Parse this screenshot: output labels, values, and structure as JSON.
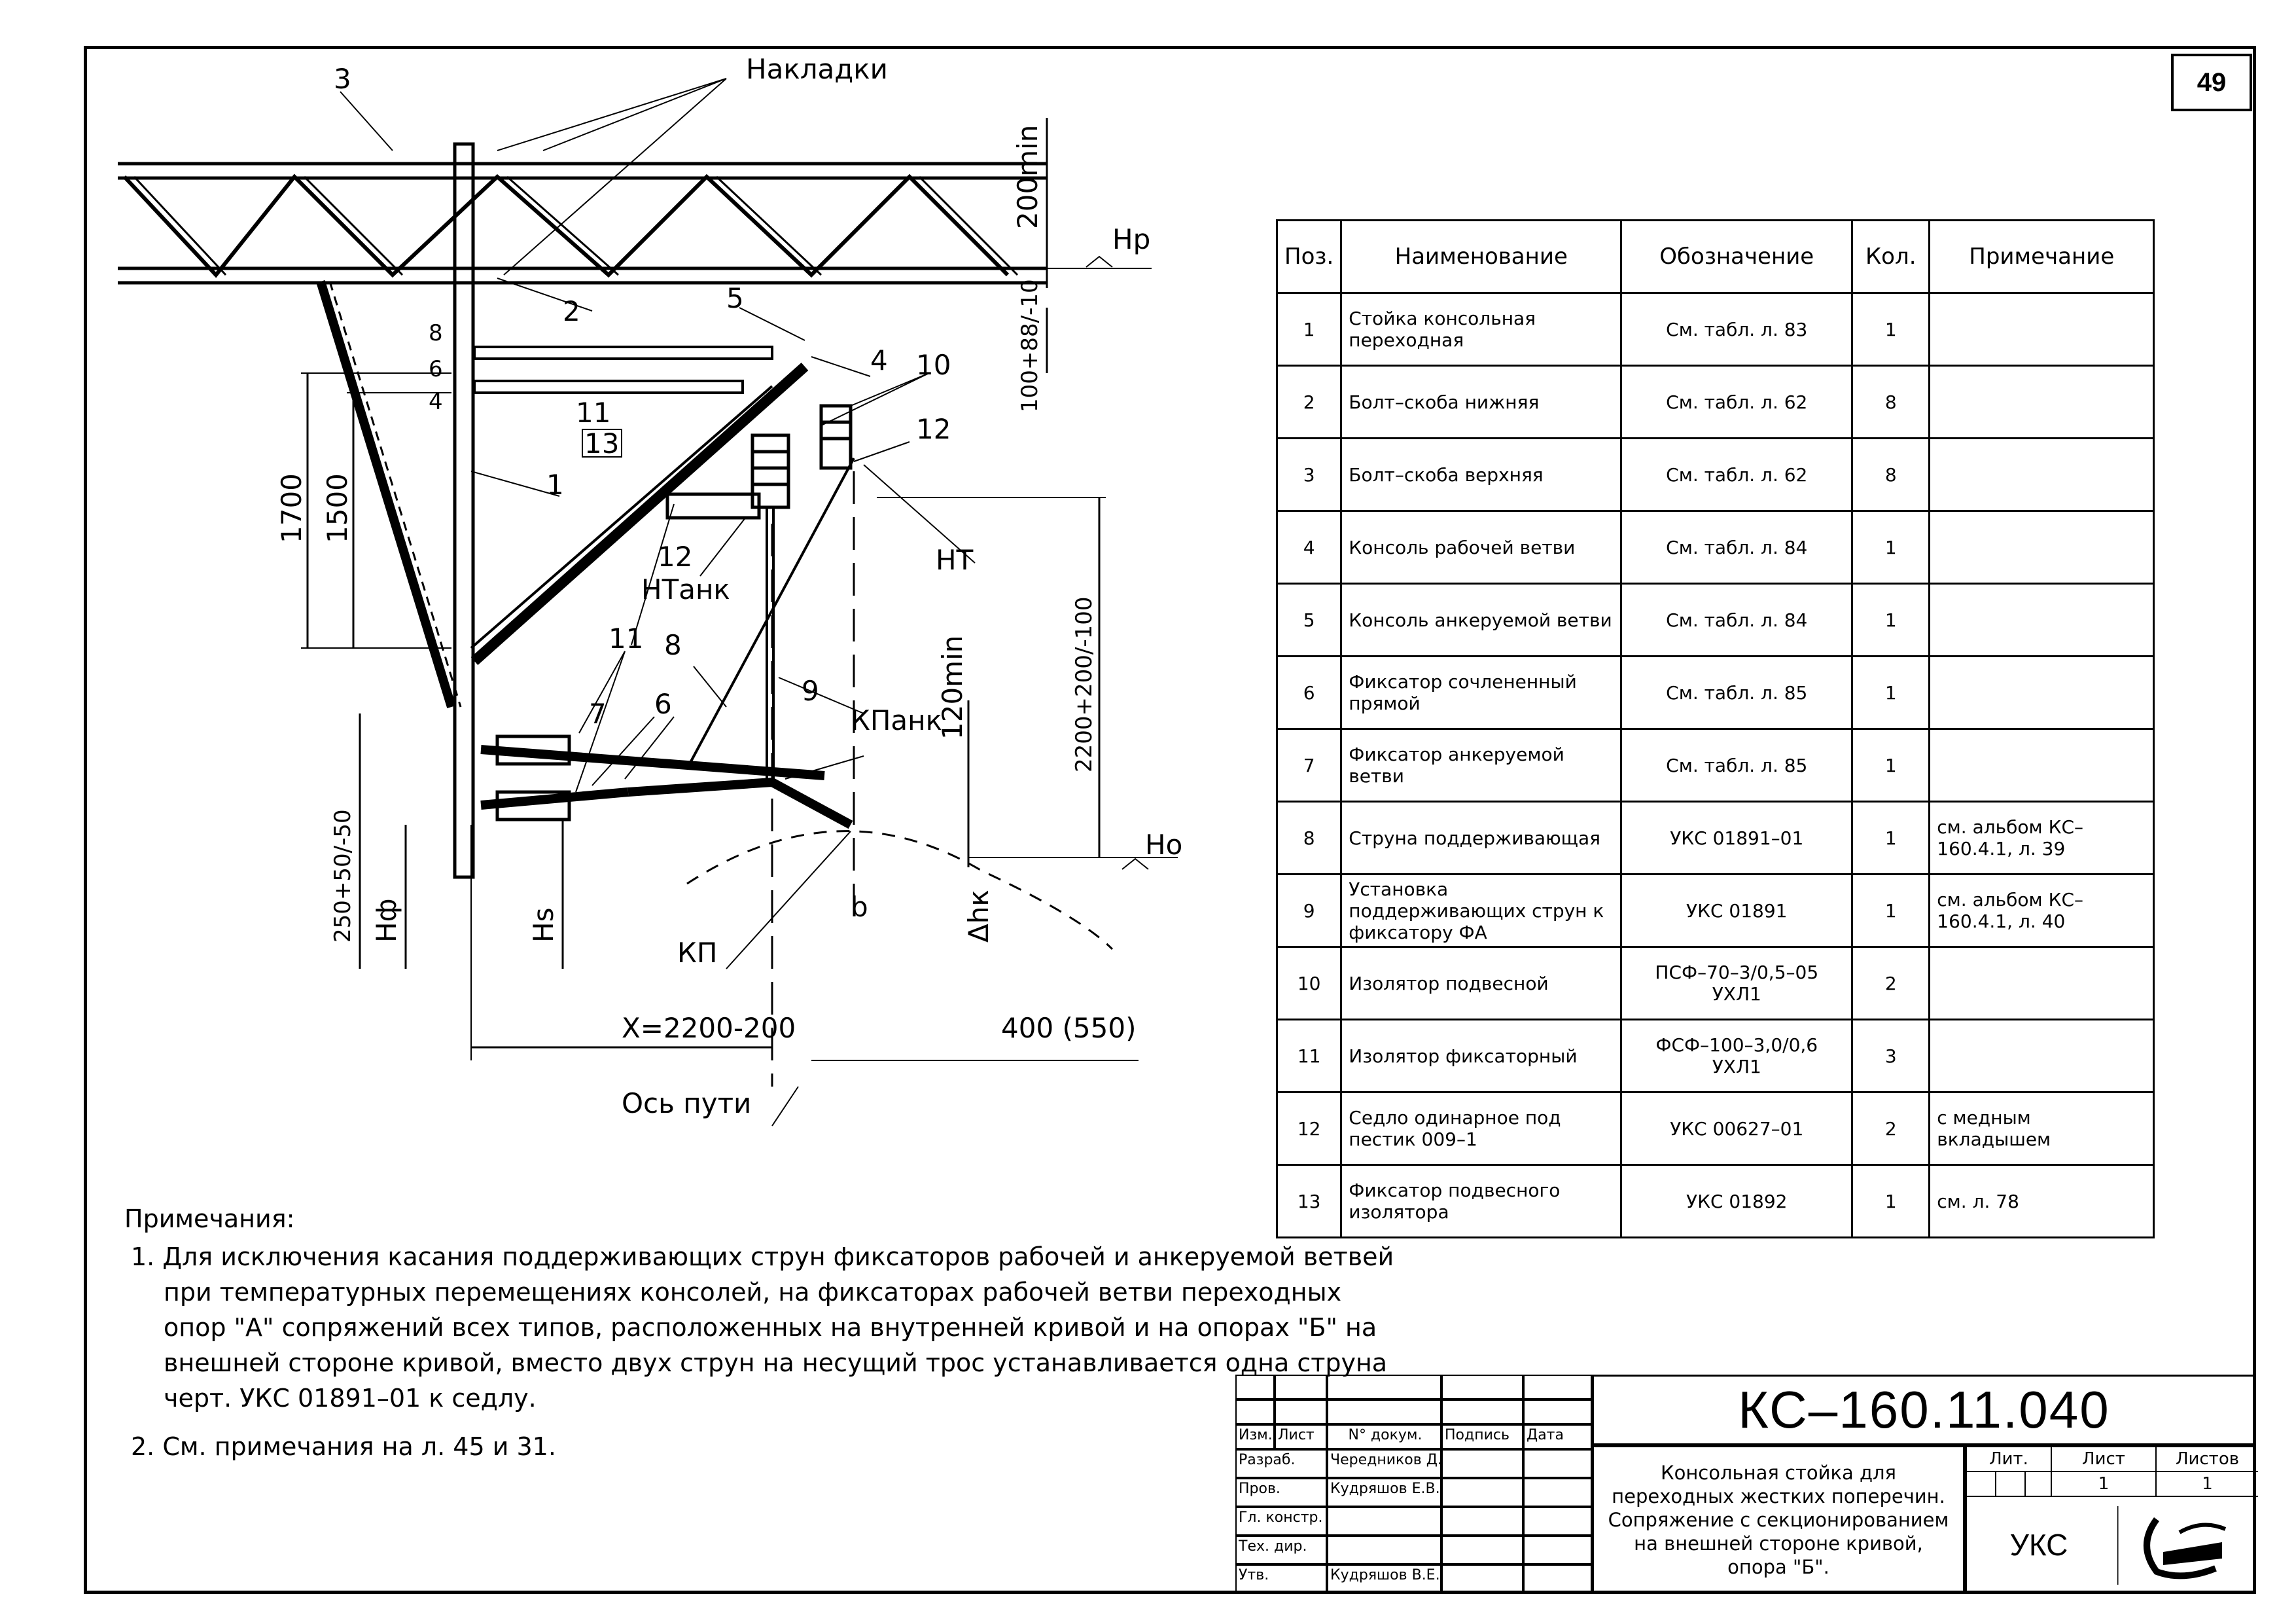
{
  "sheet_number": "49",
  "drawing": {
    "labels": {
      "nakladki": "Накладки",
      "p3": "3",
      "p2": "2",
      "p5": "5",
      "p4": "4",
      "p10": "10",
      "p11a": "11",
      "p13": "13",
      "p12a": "12",
      "p1": "1",
      "p12b": "12",
      "p11b": "11",
      "p8": "8",
      "p7": "7",
      "p6": "6",
      "p9": "9",
      "hp": "Нр",
      "ho": "Но",
      "nt": "НТ",
      "ntank": "НТанк",
      "kpank": "КПанк",
      "kp": "КП",
      "d200min": "200min",
      "d100": "100+88/-10",
      "d1700": "1700",
      "d1500": "1500",
      "d2200v": "2200+200/-100",
      "d120min": "120min",
      "d250": "250+50/-50",
      "hf": "Нф",
      "hs": "Hs",
      "b": "b",
      "dhk": "Δhк",
      "x": "X=2200-200",
      "d400": "400 (550)",
      "os_puti": "Ось пути",
      "t8": "8",
      "t6": "6",
      "t4": "4"
    }
  },
  "spec_table": {
    "headers": [
      "Поз.",
      "Наименование",
      "Обозначение",
      "Кол.",
      "Примечание"
    ],
    "rows": [
      {
        "pos": "1",
        "name": "Стойка консольная переходная",
        "designation": "См. табл. л. 83",
        "qty": "1",
        "note": ""
      },
      {
        "pos": "2",
        "name": "Болт–скоба нижняя",
        "designation": "См. табл. л. 62",
        "qty": "8",
        "note": ""
      },
      {
        "pos": "3",
        "name": "Болт–скоба верхняя",
        "designation": "См. табл. л. 62",
        "qty": "8",
        "note": ""
      },
      {
        "pos": "4",
        "name": "Консоль рабочей ветви",
        "designation": "См. табл. л. 84",
        "qty": "1",
        "note": ""
      },
      {
        "pos": "5",
        "name": "Консоль анкеруемой ветви",
        "designation": "См. табл. л. 84",
        "qty": "1",
        "note": ""
      },
      {
        "pos": "6",
        "name": "Фиксатор сочлененный прямой",
        "designation": "См. табл. л. 85",
        "qty": "1",
        "note": ""
      },
      {
        "pos": "7",
        "name": "Фиксатор анкеруемой ветви",
        "designation": "См. табл. л. 85",
        "qty": "1",
        "note": ""
      },
      {
        "pos": "8",
        "name": "Струна поддерживающая",
        "designation": "УКС 01891–01",
        "qty": "1",
        "note": "см. альбом КС–160.4.1, л. 39"
      },
      {
        "pos": "9",
        "name": "Установка поддерживающих струн к фиксатору ФА",
        "designation": "УКС 01891",
        "qty": "1",
        "note": "см. альбом КС–160.4.1, л. 40"
      },
      {
        "pos": "10",
        "name": "Изолятор подвесной",
        "designation": "ПСФ–70–3/0,5–05 УХЛ1",
        "qty": "2",
        "note": ""
      },
      {
        "pos": "11",
        "name": "Изолятор фиксаторный",
        "designation": "ФСФ–100–3,0/0,6 УХЛ1",
        "qty": "3",
        "note": ""
      },
      {
        "pos": "12",
        "name": "Седло одинарное под пестик 009–1",
        "designation": "УКС 00627–01",
        "qty": "2",
        "note": "с медным вкладышем"
      },
      {
        "pos": "13",
        "name": "Фиксатор подвесного изолятора",
        "designation": "УКС 01892",
        "qty": "1",
        "note": "см. л. 78"
      }
    ]
  },
  "notes": {
    "heading": "Примечания:",
    "items": [
      "1. Для исключения касания поддерживающих струн фиксаторов рабочей и анкеруемой ветвей при температурных перемещениях консолей, на фиксаторах рабочей ветви переходных опор \"А\" сопряжений всех типов, расположенных на внутренней кривой и на опорах \"Б\" на внешней стороне кривой, вместо двух струн на несущий трос устанавливается одна струна черт. УКС 01891–01 к седлу.",
      "2. См. примечания на л. 45 и 31."
    ]
  },
  "title_block": {
    "code": "КС–160.11.040",
    "col_headers": [
      "Изм.",
      "Лист",
      "N° докум.",
      "Подпись",
      "Дата"
    ],
    "roles": [
      {
        "role": "Разраб.",
        "name": "Чередников Д.И."
      },
      {
        "role": "Пров.",
        "name": "Кудряшов Е.В."
      },
      {
        "role": "Гл. констр.",
        "name": ""
      },
      {
        "role": "Тех. дир.",
        "name": ""
      },
      {
        "role": "Утв.",
        "name": "Кудряшов В.Е."
      }
    ],
    "title_lines": [
      "Консольная стойка для",
      "переходных жестких поперечин.",
      "Сопряжение с секционированием",
      "на внешней стороне кривой,",
      "опора \"Б\"."
    ],
    "lit_header": "Лит.",
    "list_header": "Лист",
    "listov_header": "Листов",
    "list_value": "1",
    "listov_value": "1",
    "org": "УКС"
  }
}
